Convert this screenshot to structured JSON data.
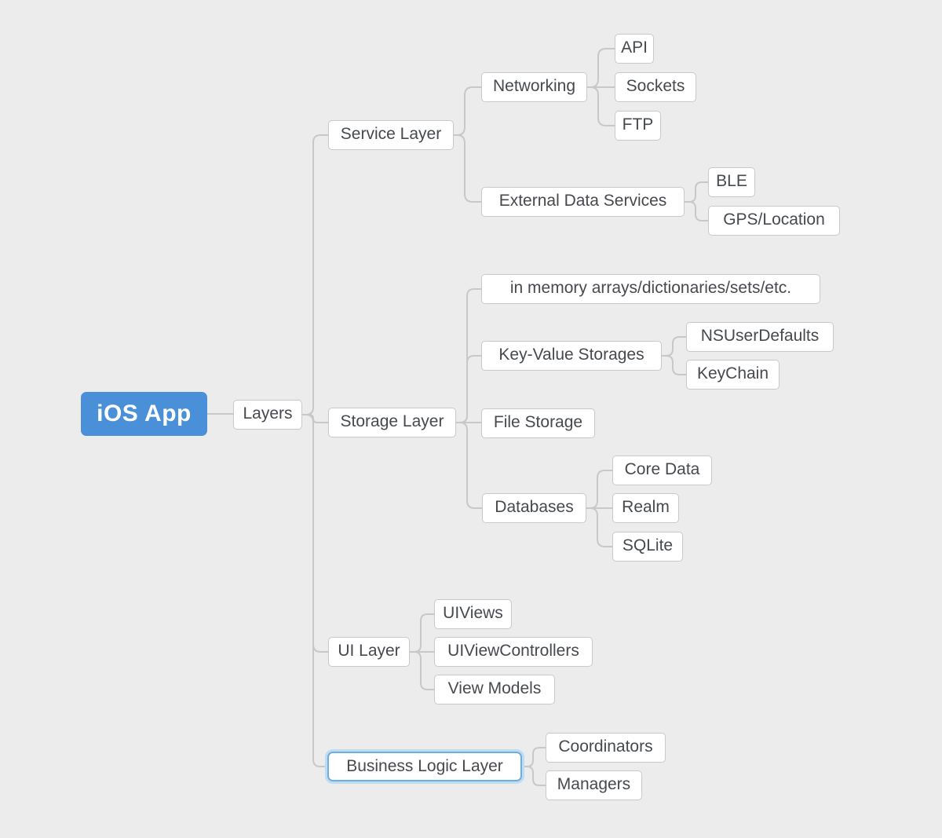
{
  "mindmap": {
    "root": {
      "label": "iOS App"
    },
    "nodes": {
      "ios_app": "iOS App",
      "layers": "Layers",
      "service_layer": "Service Layer",
      "networking": "Networking",
      "api": "API",
      "sockets": "Sockets",
      "ftp": "FTP",
      "external_data_services": "External Data Services",
      "ble": "BLE",
      "gps_location": "GPS/Location",
      "storage_layer": "Storage Layer",
      "in_memory": "in memory arrays/dictionaries/sets/etc.",
      "key_value_storages": "Key-Value Storages",
      "nsuserdefaults": "NSUserDefaults",
      "keychain": "KeyChain",
      "file_storage": "File Storage",
      "databases": "Databases",
      "core_data": "Core Data",
      "realm": "Realm",
      "sqlite": "SQLite",
      "ui_layer": "UI Layer",
      "uiviews": "UIViews",
      "uiviewcontrollers": "UIViewControllers",
      "view_models": "View Models",
      "business_logic_layer": "Business Logic Layer",
      "coordinators": "Coordinators",
      "managers": "Managers"
    },
    "selected_node": "business_logic_layer",
    "edges": [
      [
        "ios_app",
        "layers"
      ],
      [
        "layers",
        "service_layer"
      ],
      [
        "layers",
        "storage_layer"
      ],
      [
        "layers",
        "ui_layer"
      ],
      [
        "layers",
        "business_logic_layer"
      ],
      [
        "service_layer",
        "networking"
      ],
      [
        "service_layer",
        "external_data_services"
      ],
      [
        "networking",
        "api"
      ],
      [
        "networking",
        "sockets"
      ],
      [
        "networking",
        "ftp"
      ],
      [
        "external_data_services",
        "ble"
      ],
      [
        "external_data_services",
        "gps_location"
      ],
      [
        "storage_layer",
        "in_memory"
      ],
      [
        "storage_layer",
        "key_value_storages"
      ],
      [
        "storage_layer",
        "file_storage"
      ],
      [
        "storage_layer",
        "databases"
      ],
      [
        "key_value_storages",
        "nsuserdefaults"
      ],
      [
        "key_value_storages",
        "keychain"
      ],
      [
        "databases",
        "core_data"
      ],
      [
        "databases",
        "realm"
      ],
      [
        "databases",
        "sqlite"
      ],
      [
        "ui_layer",
        "uiviews"
      ],
      [
        "ui_layer",
        "uiviewcontrollers"
      ],
      [
        "ui_layer",
        "view_models"
      ],
      [
        "business_logic_layer",
        "coordinators"
      ],
      [
        "business_logic_layer",
        "managers"
      ]
    ],
    "colors": {
      "canvas_bg": "#ececec",
      "node_bg": "#ffffff",
      "node_border": "#c9c9c9",
      "node_text": "#46494e",
      "connector": "#c6c8ca",
      "root_bg": "#4a90d8",
      "root_text": "#ffffff",
      "selected_border": "#6faede",
      "selected_glow": "#bedcf2"
    }
  }
}
